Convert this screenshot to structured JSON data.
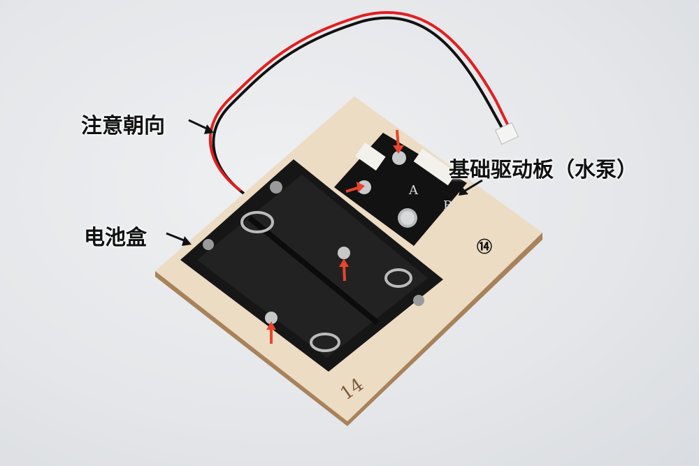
{
  "annotations": {
    "orientation_note": "注意朝向",
    "battery_box": "电池盒",
    "driver_board": "基础驱动板（水泵）",
    "step_number": "⑭"
  },
  "board_engraving": "14",
  "colors": {
    "wood": "#ecdcc4",
    "battery_box": "#151515",
    "pcb": "#121212",
    "marker_arrow": "#e8452c",
    "wire_red": "#e01f1f",
    "wire_black": "#111111"
  }
}
